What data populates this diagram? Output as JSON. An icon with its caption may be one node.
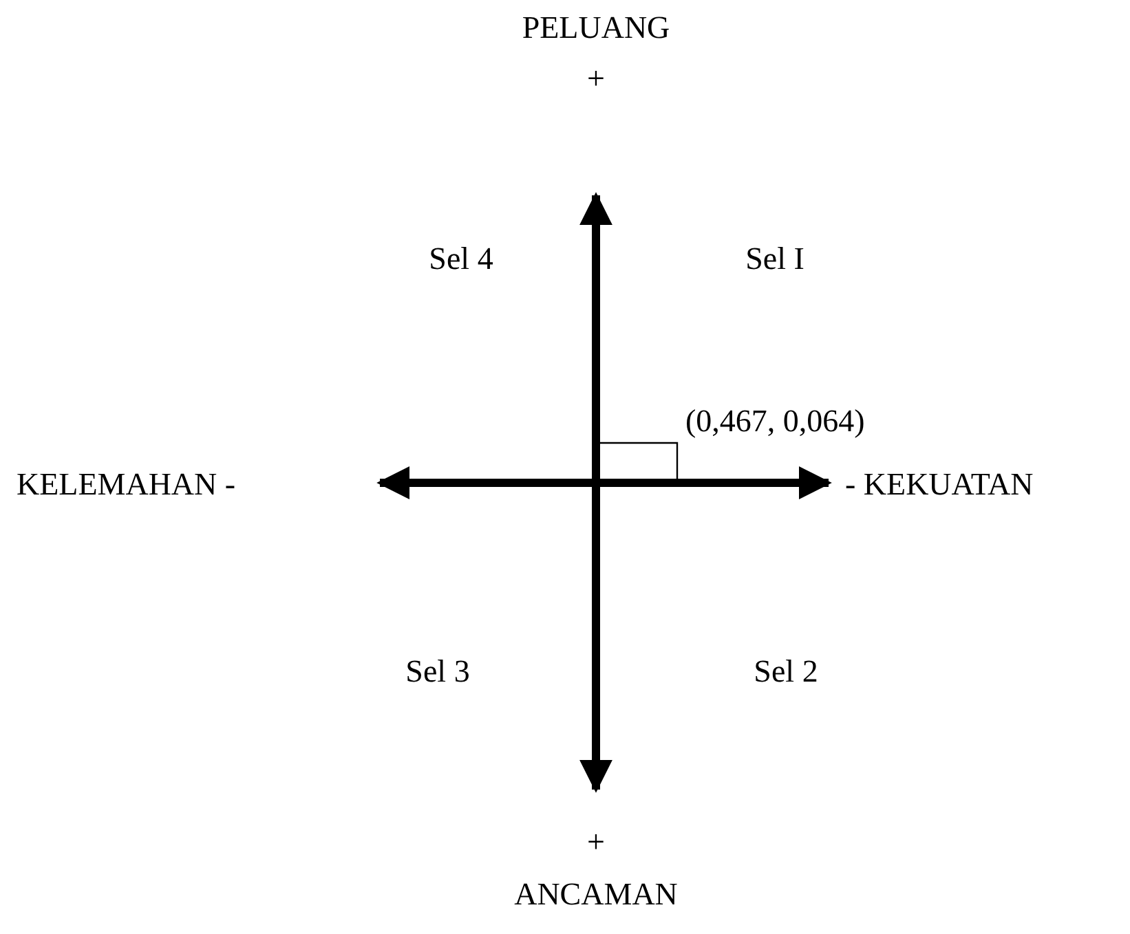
{
  "diagram": {
    "labels": [
      "PELUANG",
      "+",
      "Sel 4",
      "Sel I",
      "(0,467, 0,064)",
      "KELEMAHAN -",
      "- KEKUATAN",
      "Sel 3",
      "Sel 2",
      "+",
      "ANCAMAN"
    ]
  }
}
